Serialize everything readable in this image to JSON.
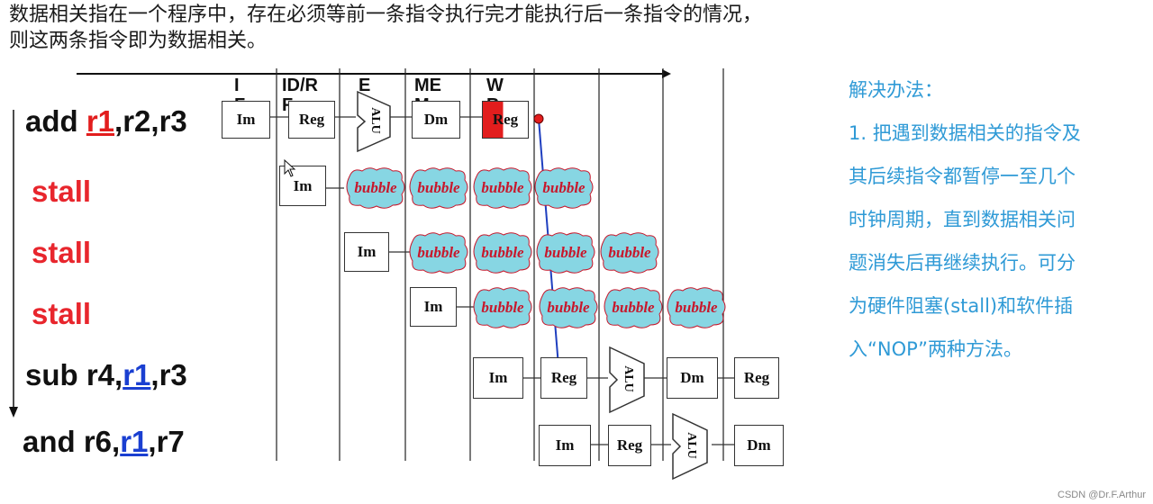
{
  "intro": {
    "line1": "数据相关指在一个程序中，存在必须等前一条指令执行完才能执行后一条指令的情况，",
    "line2": "则这两条指令即为数据相关。"
  },
  "stages": {
    "if": "I\nF",
    "id": "ID/R\nF",
    "ex": "E\nX",
    "me": "ME\nM",
    "wb": "W\nB"
  },
  "instructions": {
    "add": {
      "pre": "add ",
      "reg": "r1",
      "post": ",r2,r3"
    },
    "stall1": "stall",
    "stall2": "stall",
    "stall3": "stall",
    "sub": {
      "pre": "sub r4,",
      "reg": "r1",
      "post": ",r3"
    },
    "and": {
      "pre": "and r6,",
      "reg": "r1",
      "post": ",r7"
    }
  },
  "units": {
    "im": "Im",
    "reg": "Reg",
    "dm": "Dm",
    "alu": "ALU",
    "bubble": "bubble"
  },
  "side": {
    "heading": "解决办法：",
    "line1": "1. 把遇到数据相关的指令及",
    "line2": "其后续指令都暂停一至几个",
    "line3": "时钟周期，直到数据相关问",
    "line4": "题消失后再继续执行。可分",
    "line5": "为硬件阻塞(stall)和软件插",
    "line6": "入“NOP”两种方法。"
  },
  "footer": "CSDN @Dr.F.Arthur",
  "colors": {
    "stall": "#e8262d",
    "highlight_red": "#e21d1d",
    "highlight_blue": "#1a3fd1",
    "bubble_fill": "#87d6e3",
    "bubble_text": "#c8172b",
    "side_text": "#2f9ad6",
    "forward_line": "#1f3fbf"
  }
}
